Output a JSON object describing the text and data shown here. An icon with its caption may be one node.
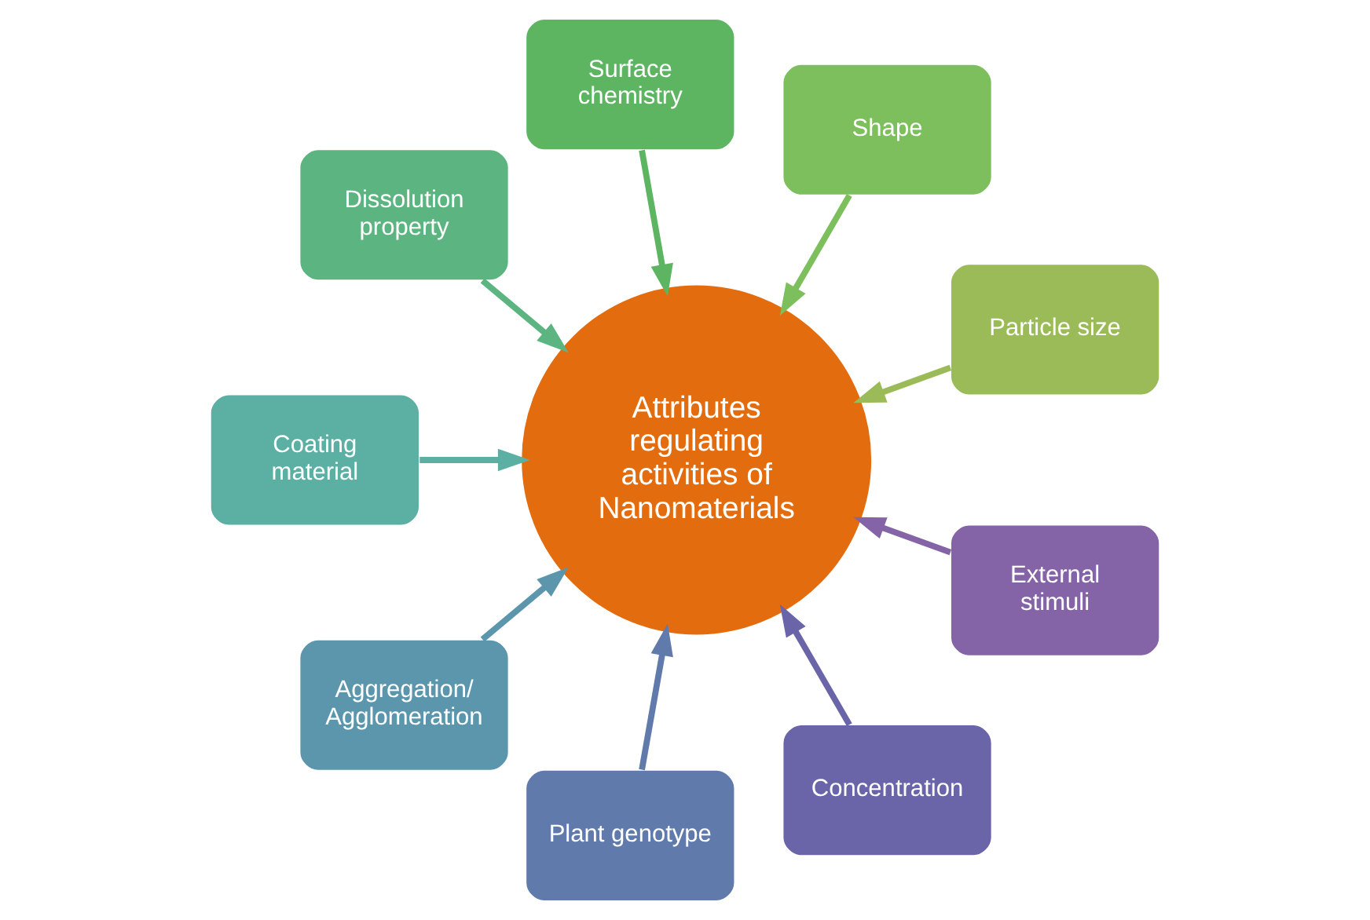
{
  "diagram": {
    "nodes": [
      {
        "text": [
          "Attributes regulating activities of Nanomaterials"
        ]
      },
      {
        "text": [
          "Particle size"
        ]
      },
      {
        "text": [
          "Shape"
        ]
      },
      {
        "text": [
          "Surface chemistry"
        ]
      },
      {
        "text": [
          "Dissolution property"
        ]
      },
      {
        "text": [
          "Coating material"
        ]
      },
      {
        "text": [
          "Aggregation/ Agglomeration"
        ]
      },
      {
        "text": [
          "Plant genotype"
        ]
      },
      {
        "text": [
          "Concentration"
        ]
      },
      {
        "text": [
          "External stimuli"
        ]
      }
    ],
    "edges": [
      {
        "from": 1,
        "to": 0,
        "arrow": "to",
        "color": "#9bbb59"
      },
      {
        "from": 2,
        "to": 0,
        "arrow": "to",
        "color": "#7cbf5c"
      },
      {
        "from": 3,
        "to": 0,
        "arrow": "to",
        "color": "#5db562"
      },
      {
        "from": 4,
        "to": 0,
        "arrow": "to",
        "color": "#5cb580"
      },
      {
        "from": 5,
        "to": 0,
        "arrow": "to",
        "color": "#5bafa3"
      },
      {
        "from": 6,
        "to": 0,
        "arrow": "to",
        "color": "#5b96ad"
      },
      {
        "from": 7,
        "to": 0,
        "arrow": "to",
        "color": "#5f7aab"
      },
      {
        "from": 8,
        "to": 0,
        "arrow": "to",
        "color": "#6a64a8"
      },
      {
        "from": 9,
        "to": 0,
        "arrow": "to",
        "color": "#8464a6"
      }
    ]
  }
}
